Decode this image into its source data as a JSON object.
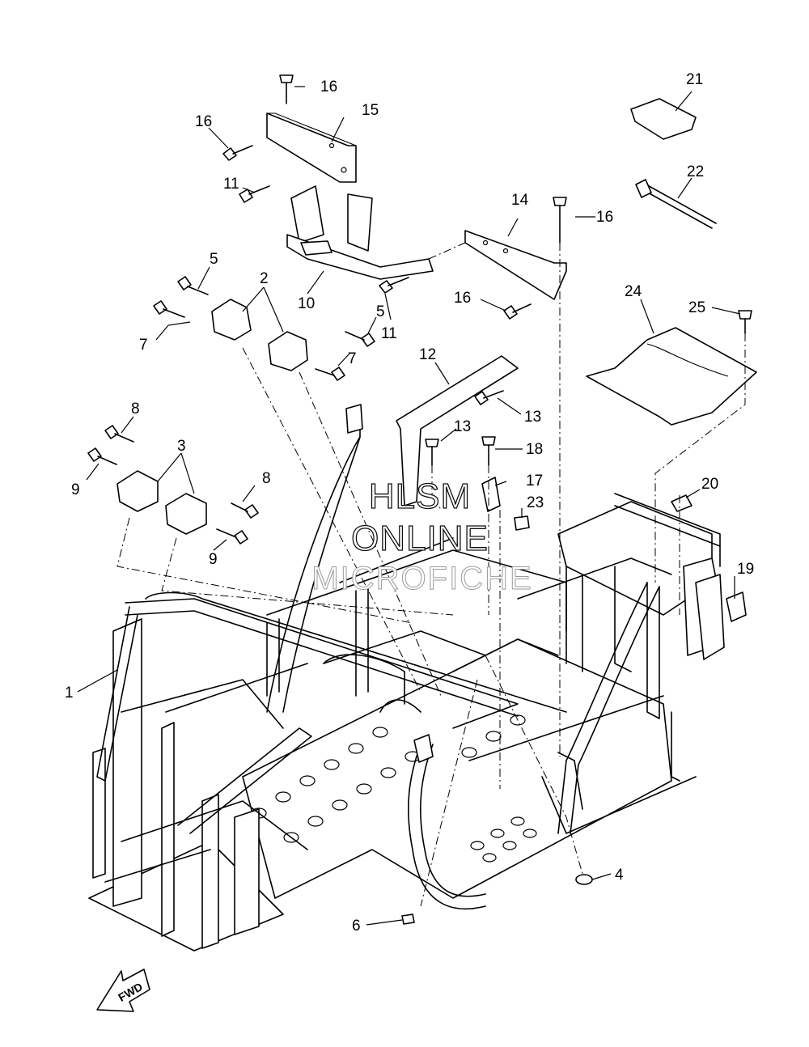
{
  "diagram": {
    "callouts": {
      "c1": "1",
      "c2": "2",
      "c3": "3",
      "c4": "4",
      "c5a": "5",
      "c5b": "5",
      "c6": "6",
      "c7a": "7",
      "c7b": "7",
      "c8a": "8",
      "c8b": "8",
      "c9a": "9",
      "c9b": "9",
      "c10": "10",
      "c11a": "11",
      "c11b": "11",
      "c12": "12",
      "c13a": "13",
      "c13b": "13",
      "c14": "14",
      "c15": "15",
      "c16a": "16",
      "c16b": "16",
      "c16c": "16",
      "c16d": "16",
      "c17": "17",
      "c18": "18",
      "c19": "19",
      "c20": "20",
      "c21": "21",
      "c22": "22",
      "c23": "23",
      "c24": "24",
      "c25": "25"
    },
    "watermark": {
      "line1": "HLSM",
      "line2": "ONLINE",
      "line3": "MICROFICHE"
    },
    "fwd_label": "FWD"
  }
}
